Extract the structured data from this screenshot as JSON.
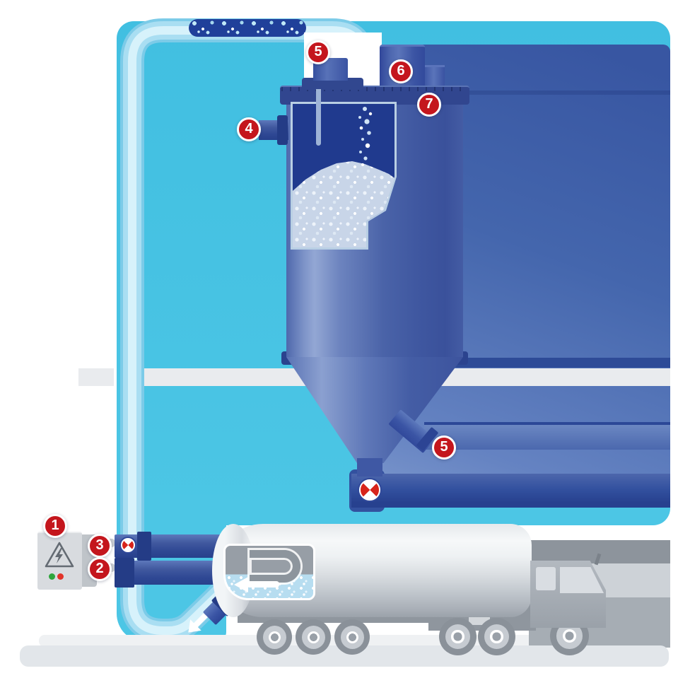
{
  "callouts": [
    {
      "label": "1"
    },
    {
      "label": "3"
    },
    {
      "label": "2"
    },
    {
      "label": "4"
    },
    {
      "label": "5"
    },
    {
      "label": "6"
    },
    {
      "label": "7"
    },
    {
      "label": "5"
    }
  ],
  "icons": [
    {
      "name": "warning-triangle-icon"
    },
    {
      "name": "valve-icon"
    },
    {
      "name": "flow-arrow-icon"
    },
    {
      "name": "material-flow-dots"
    },
    {
      "name": "status-led-green"
    },
    {
      "name": "status-led-red"
    }
  ],
  "colors": {
    "accent_red": "#c4161d",
    "valve_red": "#d7241b",
    "panel_cyan": "#46c2e2",
    "panel_navy": "#3f5fa9",
    "panel_navy_light": "#7c97cc",
    "silo_barrel": "#47619f",
    "silo_interior": "#203a8e",
    "material_light": "#c8d5e8",
    "pipe_light_blue": "#a9def2",
    "pipe_dark_blue": "#2f4894",
    "truck_silver": "#d9dde1",
    "truck_material": "#b7ddf0",
    "structure_gray": "#9aa1a9",
    "ground_gray": "#e2e6ea",
    "led_green": "#2ea53c",
    "led_red": "#e2342a"
  }
}
